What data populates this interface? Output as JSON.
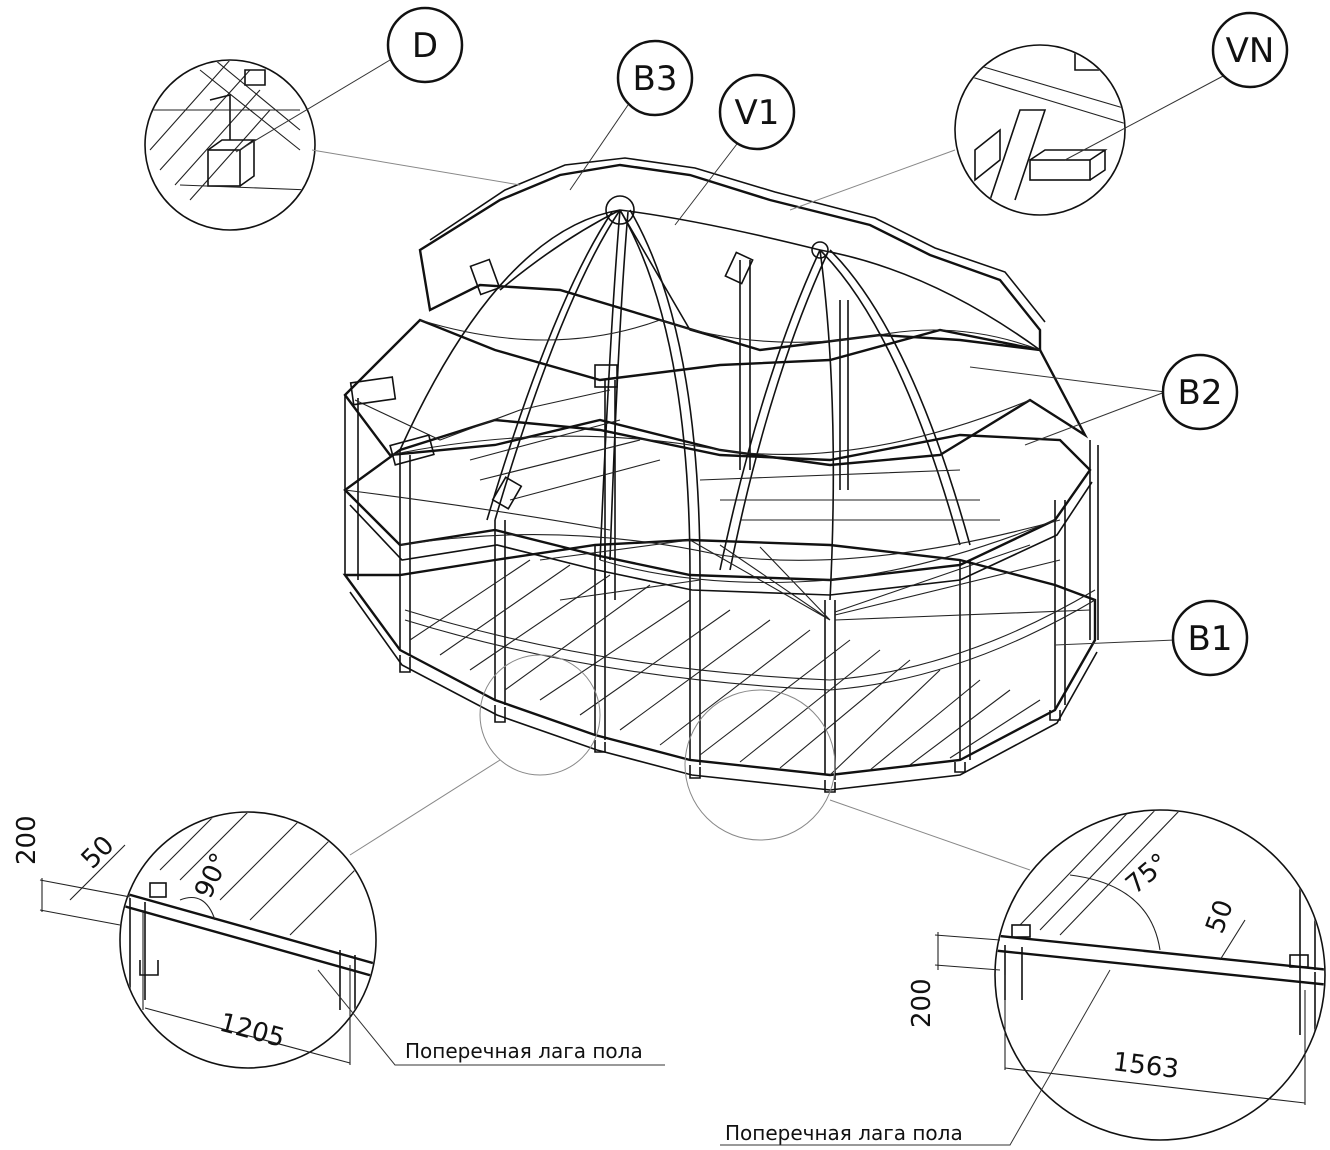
{
  "callouts": {
    "d": "D",
    "b3": "B3",
    "v1": "V1",
    "vn": "VN",
    "b2": "B2",
    "b1": "B1"
  },
  "detail_left": {
    "dim_height": "200",
    "dim_width": "50",
    "angle": "90°",
    "span": "1205",
    "note": "Поперечная лага пола"
  },
  "detail_right": {
    "dim_height": "200",
    "dim_width": "50",
    "angle": "75°",
    "span": "1563",
    "note": "Поперечная лага пола"
  }
}
